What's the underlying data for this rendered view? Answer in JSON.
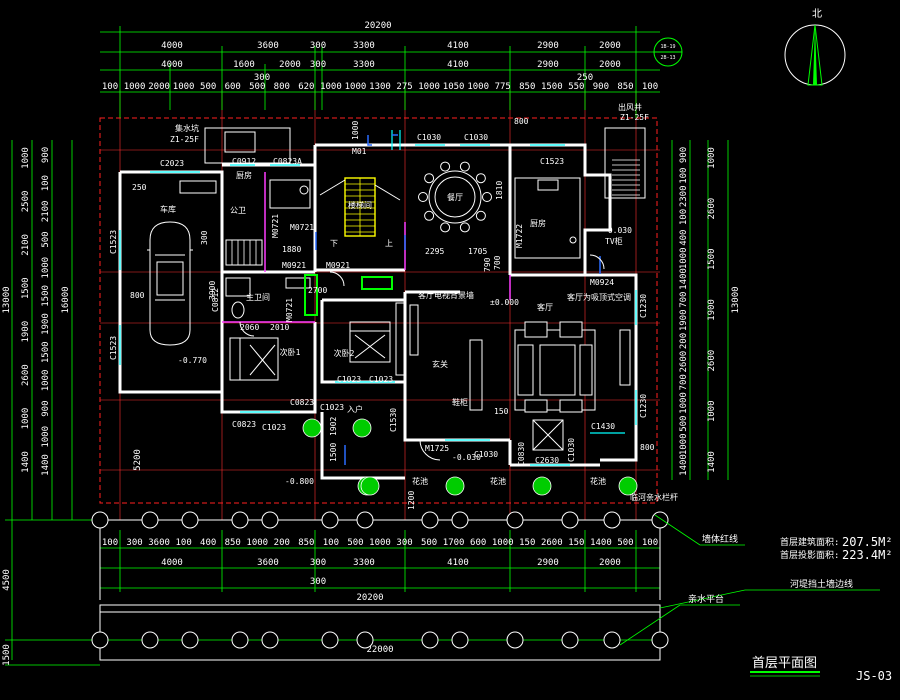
{
  "drawing": {
    "title": "首层平面图",
    "sheet_no": "JS-03",
    "north_label": "北",
    "area_building_label": "首层建筑面积:",
    "area_building_value": "207.5M²",
    "area_footprint_label": "首层投影面积:",
    "area_footprint_value": "223.4M²"
  },
  "dims": {
    "top_total": "20200",
    "top_row1": [
      "4000",
      "3600",
      "300",
      "3300",
      "4100",
      "2900",
      "2000"
    ],
    "top_row2": [
      "4000",
      "1600",
      "2000",
      "300",
      "3300",
      "4100",
      "2900",
      "2000"
    ],
    "top_row3": [
      "100",
      "1000",
      "2000",
      "1000",
      "500",
      "600",
      "500",
      "800",
      "620",
      "1000",
      "1000",
      "1300",
      "275",
      "1000",
      "1050",
      "1000",
      "775",
      "850",
      "1500",
      "550",
      "900",
      "850",
      "100"
    ],
    "top_small_a": "300",
    "top_small_b": "250",
    "bottom_row1": [
      "100",
      "300",
      "3600",
      "100",
      "400",
      "850",
      "1000",
      "200",
      "850",
      "100",
      "500",
      "1000",
      "300",
      "500",
      "1700",
      "600",
      "1000",
      "150",
      "2600",
      "150",
      "1400",
      "500",
      "100"
    ],
    "bottom_row2": [
      "4000",
      "3600",
      "300",
      "3300",
      "4100",
      "2900",
      "2000"
    ],
    "bottom_row3": "300",
    "bottom_total": "20200",
    "bottom_platform": "22000",
    "left_outer": [
      "1000",
      "2500",
      "2100",
      "1500",
      "1900",
      "2600",
      "1000",
      "1400"
    ],
    "left_inner": [
      "900",
      "100",
      "2100",
      "500",
      "1000",
      "1500",
      "1900",
      "1500",
      "1000",
      "900",
      "1000",
      "1400"
    ],
    "left_total_a": "13000",
    "left_total_b": "16000",
    "left_bottom": "4500",
    "left_last": "1500",
    "left_side_5200": "5200",
    "right_outer": [
      "1000",
      "2600",
      "1500",
      "1900",
      "2600",
      "1000",
      "1400"
    ],
    "right_inner": [
      "900",
      "100",
      "2300",
      "100",
      "400",
      "1000",
      "1400",
      "700",
      "1900",
      "200",
      "2600",
      "700",
      "1000",
      "500",
      "1000",
      "1400"
    ],
    "right_total": "13000"
  },
  "rooms": {
    "garage": "车库",
    "garage_level": "-0.770",
    "kitchen_a": "厨房",
    "kitchen_b": "厨房",
    "public_wc": "公卫",
    "stair_room": "楼梯间",
    "dining": "餐厅",
    "living": "客厅",
    "bedroom_a": "次卧1",
    "bedroom_b": "次卧2",
    "hall": "玄关",
    "bath": "主卫间",
    "main_door": "入户",
    "floor_level": "±0.000",
    "level_m030_a": "-0.030",
    "level_m030_b": "-0.030",
    "outside_level": "-0.800",
    "ac_note": "客厅为吸顶式空调",
    "tv_note": "客厅电视背景墙",
    "hall_note": "鞋柜",
    "tv_cab": "TV柜",
    "sign_a": "Z1-25F",
    "sign_b": "Z1-25F",
    "sign_c": "集水坑",
    "sign_d": "出风井",
    "stair_down": "下",
    "stair_up": "上",
    "flower_a": "花池",
    "flower_b": "花池",
    "flower_c": "花池",
    "boundary_note": "临河亲水栏杆",
    "callout_a": "1B-19",
    "callout_b": "2B-13"
  },
  "codes": {
    "c2023": "C2023",
    "c0912": "C0912",
    "c0823a": "C0823A",
    "m01": "M01",
    "c1030a": "C1030",
    "c1030b": "C1030",
    "c1523a": "C1523",
    "c1523b": "C1523",
    "c1523c": "C1523",
    "m0721a": "M0721",
    "m0721b": "M0721",
    "m0721c": "M0721",
    "m1722": "M1722",
    "m0921a": "M0921",
    "m0921b": "M0921",
    "m0924": "M0924",
    "c0812": "C0812",
    "c1023a": "C1023",
    "c1023b": "C1023",
    "c1023c": "C1023",
    "c1023d": "C1023",
    "c0823a2": "C0823",
    "c0823b": "C0823",
    "c1530": "C1530",
    "m1725": "M1725",
    "c1030c": "C1030",
    "c0830": "C0830",
    "c2630": "C2630",
    "c1030d": "C1030",
    "c1430": "C1430",
    "c1230a": "C1230",
    "c1230b": "C1230",
    "d2295": "2295",
    "d1705": "1705",
    "d1880": "1880",
    "d1810": "1810",
    "d2060": "2060",
    "d2010": "2010",
    "d790": "790",
    "d700": "700",
    "d1500": "1500",
    "d150": "150",
    "d250": "250",
    "d800a": "800",
    "d800b": "800",
    "d800c": "800",
    "d1000": "1000",
    "d1200": "1200",
    "d2700": "2700",
    "d300": "300",
    "d3900": "3900",
    "d1902": "1902"
  },
  "annotations": {
    "red_line": "墙体红线",
    "river_wall": "河堤挡土墙边线",
    "platform": "亲水平台"
  },
  "colors": {
    "background": "#000000",
    "dimension": "#00ff00",
    "wall": "#ffffff",
    "partition": "#ff3cff",
    "window": "#00ffff",
    "red_boundary": "#ff2020",
    "stair": "#ffff00"
  }
}
